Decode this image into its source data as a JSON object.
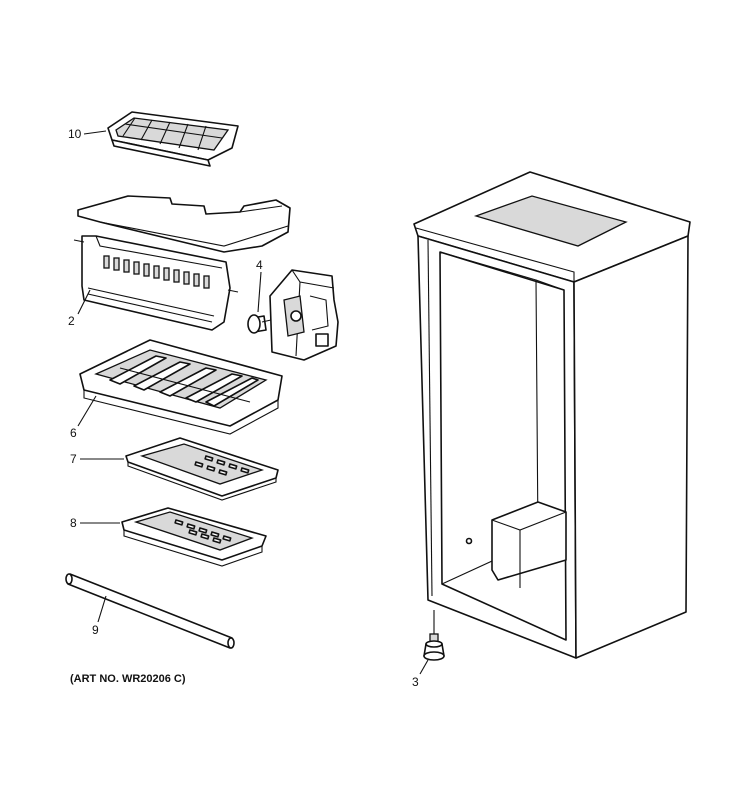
{
  "art_number": "(ART NO. WR20206 C)",
  "callouts": {
    "c10": "10",
    "c2": "2",
    "c4": "4",
    "c6": "6",
    "c7": "7",
    "c8": "8",
    "c9": "9",
    "c3": "3"
  }
}
